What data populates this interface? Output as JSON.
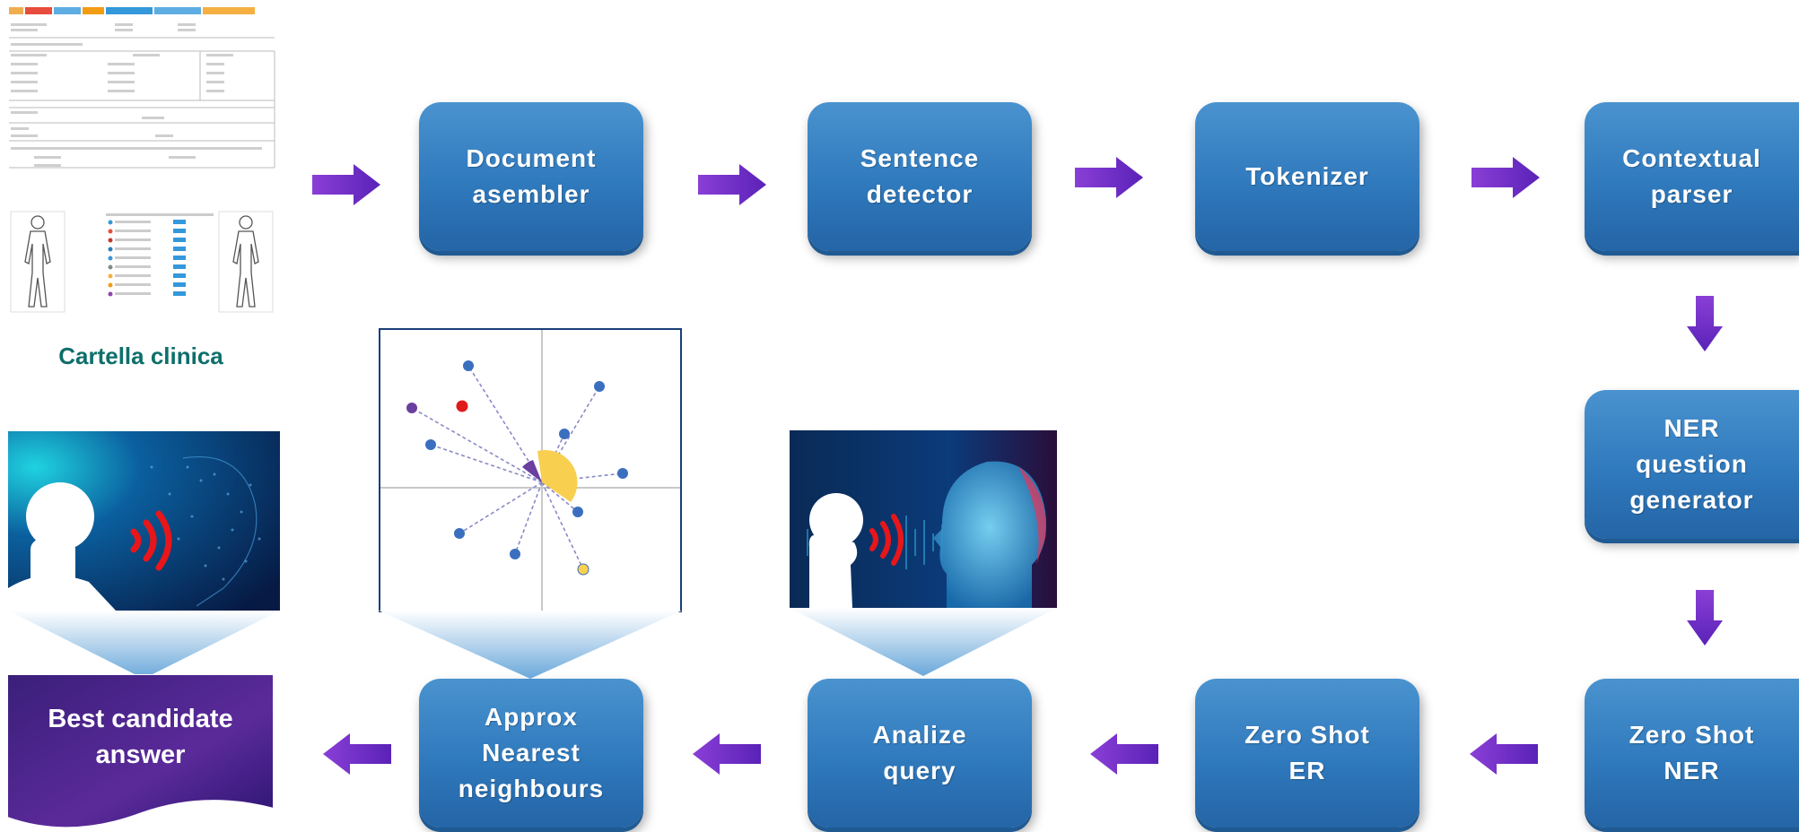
{
  "colors": {
    "box_fill": "#2f79bd",
    "arrow": "#6a2fc2",
    "caption_teal": "#0e6f6b",
    "best_answer_fill": "#4a1f7a"
  },
  "record_caption": "Cartella clinica",
  "pipeline": {
    "row1": [
      {
        "label": "Document\nasembler"
      },
      {
        "label": "Sentence\ndetector"
      },
      {
        "label": "Tokenizer"
      },
      {
        "label": "Contextual\nparser"
      }
    ],
    "right_column": [
      {
        "label": "NER\nquestion\ngenerator"
      }
    ],
    "row3": [
      {
        "label": "Zero Shot\nNER"
      },
      {
        "label": "Zero Shot\nER"
      },
      {
        "label": "Analize\nquery"
      },
      {
        "label": "Approx\nNearest\nneighbours"
      }
    ]
  },
  "result": {
    "label": "Best candidate\nanswer"
  },
  "icons": {
    "record_form": "medical-record-form-icon",
    "body_chart": "body-chart-icon",
    "voice_face_left": "voice-face-scan-image",
    "vector_space": "vector-space-scatter-icon",
    "voice_face_right": "voice-ai-head-image"
  }
}
